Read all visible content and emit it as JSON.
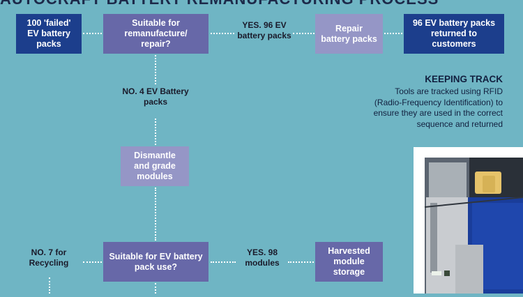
{
  "header": {
    "title": "AUTOCRAFT BATTERY REMANUFACTURING PROCESS"
  },
  "flow": {
    "start": "100 'failed' EV battery packs",
    "decision1": "Suitable for remanufacture/ repair?",
    "yes1": "YES. 96 EV battery packs",
    "repair": "Repair battery packs",
    "returned": "96 EV battery packs returned to customers",
    "no1": "NO. 4 EV Battery packs",
    "dismantle": "Dismantle and grade modules",
    "decision2": "Suitable for EV battery pack use?",
    "yes2": "YES. 98 modules",
    "storage": "Harvested module storage",
    "no2": "NO. 7 for Recycling"
  },
  "sidebar": {
    "title": "KEEPING TRACK",
    "text": "Tools are tracked using RFID (Radio-Frequency Identification) to ensure they are used in the correct sequence and returned"
  },
  "colors": {
    "background": "#6fb5c4",
    "navy": "#1c3e8c",
    "purple": "#6768a8",
    "lavender": "#9596c6"
  }
}
